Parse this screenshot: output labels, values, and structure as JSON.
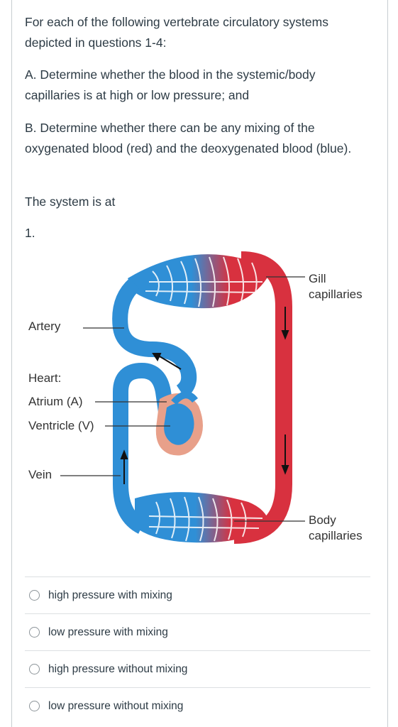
{
  "question": {
    "intro": "For each of the following vertebrate circulatory systems depicted in questions 1-4:",
    "part_a": "A. Determine whether the blood in the systemic/body capillaries is at high or low pressure; and",
    "part_b": "B. Determine whether there can be any mixing of the oxygenated blood (red) and the deoxygenated blood (blue).",
    "system_text": "The system is at",
    "number": "1."
  },
  "diagram": {
    "labels": {
      "gill": "Gill",
      "gill2": "capillaries",
      "artery": "Artery",
      "heart": "Heart:",
      "atrium": "Atrium (A)",
      "ventricle": "Ventricle (V)",
      "vein": "Vein",
      "body": "Body",
      "body2": "capillaries"
    },
    "colors": {
      "deoxygenated": "#2f8fd6",
      "oxygenated": "#d8313f",
      "heart": "#e8a08a"
    }
  },
  "answers": [
    {
      "label": "high pressure with mixing"
    },
    {
      "label": "low pressure with mixing"
    },
    {
      "label": "high pressure without mixing"
    },
    {
      "label": "low pressure without mixing"
    }
  ]
}
